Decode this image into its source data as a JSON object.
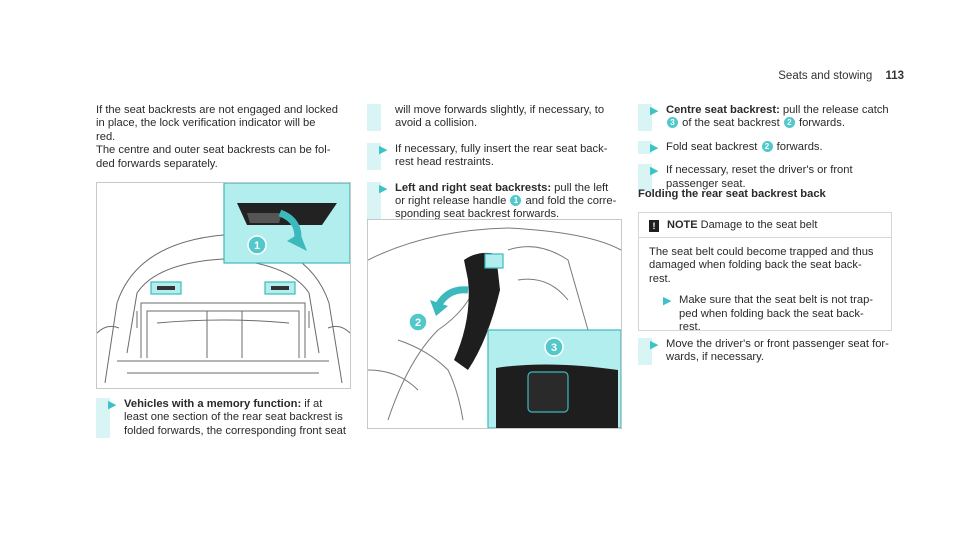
{
  "header": {
    "section": "Seats and stowing",
    "page": "113"
  },
  "col1": {
    "intro": [
      "If the seat backrests are not engaged and locked",
      "in place, the lock verification indicator will be",
      "red.",
      "The centre and outer seat backrests can be fol-",
      "ded forwards separately."
    ],
    "step_memory": {
      "title": "Vehicles with a memory function:",
      "rest": [
        " if at",
        "least one section of the rear seat backrest is",
        "folded forwards, the corresponding front seat"
      ]
    }
  },
  "col2": {
    "cont": [
      "will move forwards slightly, if necessary, to",
      "avoid a collision."
    ],
    "step_insert": [
      "If necessary, fully insert the rear seat back-",
      "rest head restraints."
    ],
    "step_left": {
      "title": "Left and right seat backrests:",
      "l1": " pull the left",
      "l2a": "or right release handle ",
      "l2n": "1",
      "l2b": " and fold the corre-",
      "l3": "sponding seat backrest forwards."
    }
  },
  "col3": {
    "step_centre": {
      "title": "Centre seat backrest:",
      "l1": " pull the release catch",
      "n3": "3",
      "l2a": " of the seat backrest ",
      "n2": "2",
      "l2b": " forwards."
    },
    "step_fold": {
      "a": "Fold seat backrest ",
      "n": "2",
      "b": " forwards."
    },
    "step_reset": [
      "If necessary, reset the driver's or front",
      "passenger seat."
    ],
    "subheading": "Folding the rear seat backrest back",
    "note": {
      "icon": "!",
      "label": "NOTE",
      "label_rest": " Damage to the seat belt",
      "body": [
        "The seat belt could become trapped and thus",
        "damaged when folding back the seat back-",
        "rest."
      ],
      "step": [
        "Make sure that the seat belt is not trap-",
        "ped when folding back the seat back-",
        "rest."
      ]
    },
    "step_move": [
      "Move the driver's or front passenger seat for-",
      "wards, if necessary."
    ]
  },
  "figures": {
    "left": {
      "callout": "1"
    },
    "right": {
      "callout_2": "2",
      "callout_3": "3"
    }
  },
  "colors": {
    "accent": "#52c8ca",
    "step_bar": "#d9f4f4",
    "inset_bg": "#b3eeee"
  }
}
